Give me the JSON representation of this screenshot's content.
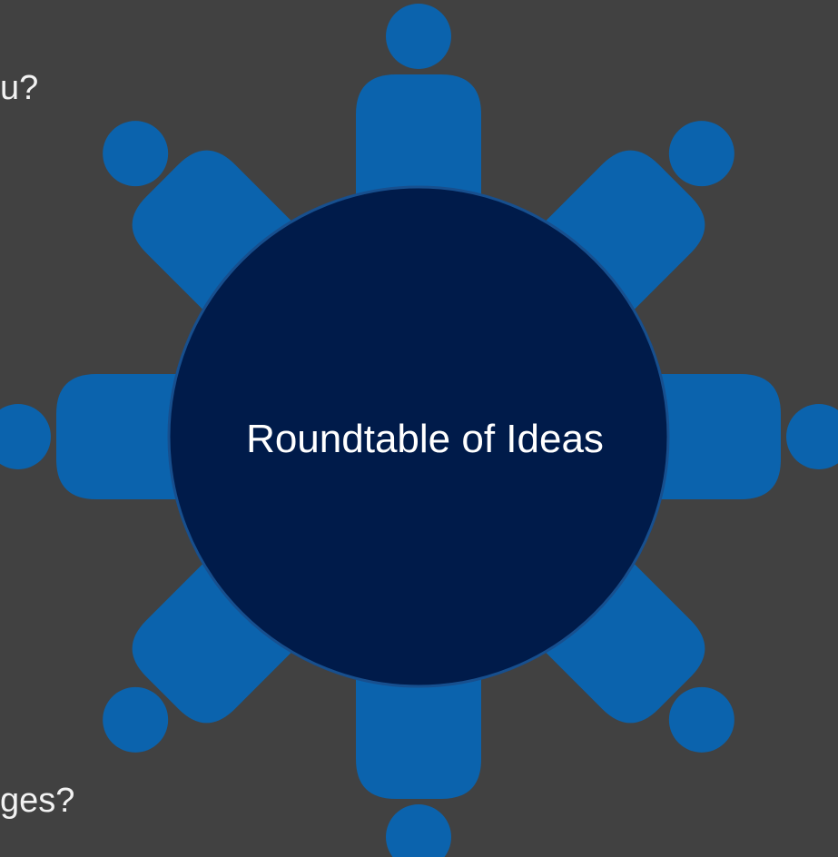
{
  "slide": {
    "background_color": "#414141",
    "text_fragments": {
      "top": "u?",
      "bottom": "ges?"
    }
  },
  "diagram": {
    "table_label": "Roundtable of Ideas",
    "seat_count": 8,
    "colors": {
      "person": "#0b63ad",
      "table_fill": "#001b4a",
      "table_stroke": "#174f8e",
      "table_text": "#ffffff"
    }
  }
}
